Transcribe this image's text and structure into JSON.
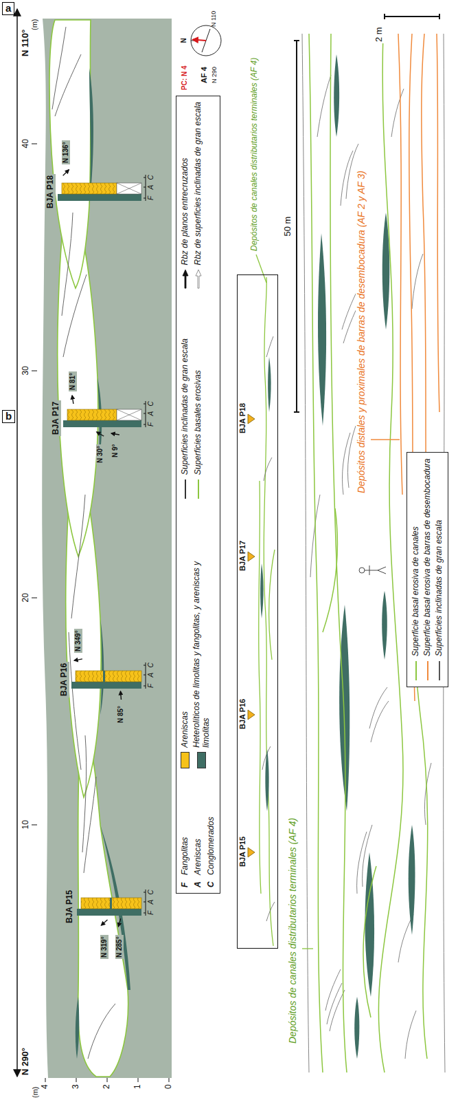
{
  "diagram": {
    "nodes": [
      {
        "text": [
          "a"
        ]
      },
      {
        "text": [
          "b"
        ]
      },
      {
        "text": [
          "BJA P15",
          "BJA P16",
          "BJA P17",
          "BJA P18"
        ]
      }
    ],
    "labels": [
      "2 m",
      "50 m",
      "Depósitos de canales distributarios terminales (AF 4)",
      "Depósitos distales y proximales de barras de desembocadura (AF 2 y AF 3)",
      "Depósitos de canales distributarios terminales (AF 4)",
      "N 290°",
      "N 110°",
      "(m)",
      "10",
      "20",
      "30",
      "40",
      "(m)",
      "4",
      "3",
      "2",
      "1",
      "0",
      "BJA P15",
      "BJA P16",
      "BJA P17",
      "BJA P18",
      "N 319°",
      "N 285°",
      "N 349°",
      "N 85°",
      "N 30°",
      "N 9°",
      "N 81°",
      "N 136°",
      "F",
      "A",
      "C",
      "F",
      "A",
      "C",
      "F",
      "A",
      "C",
      "F",
      "A",
      "C",
      "F",
      "A",
      "C",
      "AF 4",
      "PC: N 4",
      "N",
      "N 290",
      "N 110"
    ],
    "legend": [
      {
        "text": "Superficie basal erosiva de canales"
      },
      {
        "text": "Superficie basal erosiva de barras de desembocadura"
      },
      {
        "text": "Superficies inclinadas de gran escala"
      },
      {
        "text": "Fangolitas"
      },
      {
        "text": "Areniscas"
      },
      {
        "text": "Conglomerados"
      },
      {
        "text": "Areniscas",
        "color": "#f6c21a"
      },
      {
        "text": "Heterolíticos de limolitas y fangolitas, y areniscas y limolitas",
        "color": "#3f6e64"
      },
      {
        "text": "Superficies inclinadas de gran escala"
      },
      {
        "text": "Superficies basales erosivas"
      },
      {
        "text": "Rbz de planos entrecruzados"
      },
      {
        "text": "Rbz de superficies inclinadas de gran escala"
      }
    ]
  }
}
